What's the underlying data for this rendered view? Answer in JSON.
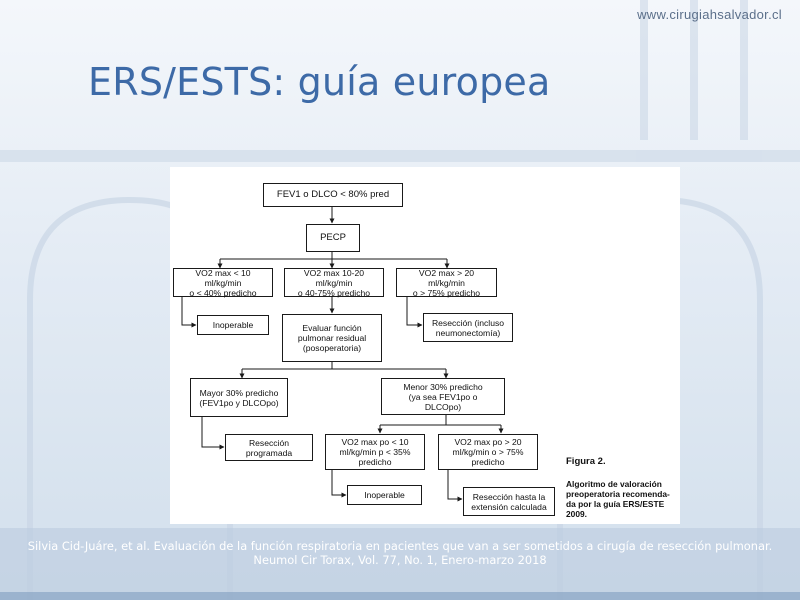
{
  "header": {
    "url": "www.cirugiahsalvador.cl"
  },
  "slide": {
    "title": "ERS/ESTS: guía europea"
  },
  "diagram": {
    "nodes": {
      "fev1": "FEV1 o DLCO < 80% pred",
      "pecp": "PECP",
      "vo2_low": "VO2 max < 10 ml/kg/min\no < 40% predicho",
      "vo2_mid": "VO2 max 10-20 ml/kg/min\no 40-75% predicho",
      "vo2_high": "VO2 max > 20 ml/kg/min\no > 75% predicho",
      "inoperable_1": "Inoperable",
      "evaluar": "Evaluar función\npulmonar residual\n(posoperatoria)",
      "reseccion_incluso": "Resección (incluso\nneumonectomía)",
      "mayor30": "Mayor 30% predicho\n(FEV1po y DLCOpo)",
      "menor30": "Menor 30% predicho\n(ya sea FEV1po o\nDLCOpo)",
      "reseccion_programada": "Resección\nprogramada",
      "vo2po_low": "VO2 max po < 10\nml/kg/min p < 35%\npredicho",
      "vo2po_high": "VO2 max po > 20\nml/kg/min o > 75%\npredicho",
      "inoperable_2": "Inoperable",
      "reseccion_hasta": "Resección hasta la\nextensión calculada"
    },
    "caption": {
      "title": "Figura 2.",
      "text": "Algoritmo de valoración\npreoperatoria recomenda-\nda por la guía ERS/ESTE\n2009."
    }
  },
  "footer": {
    "citation_line1": "Silvia Cid-Juáre, et al. Evaluación de la función respiratoria en pacientes que van a ser sometidos a cirugía de resección pulmonar.",
    "citation_line2": "Neumol Cir Torax, Vol. 77, No. 1, Enero-marzo 2018"
  }
}
